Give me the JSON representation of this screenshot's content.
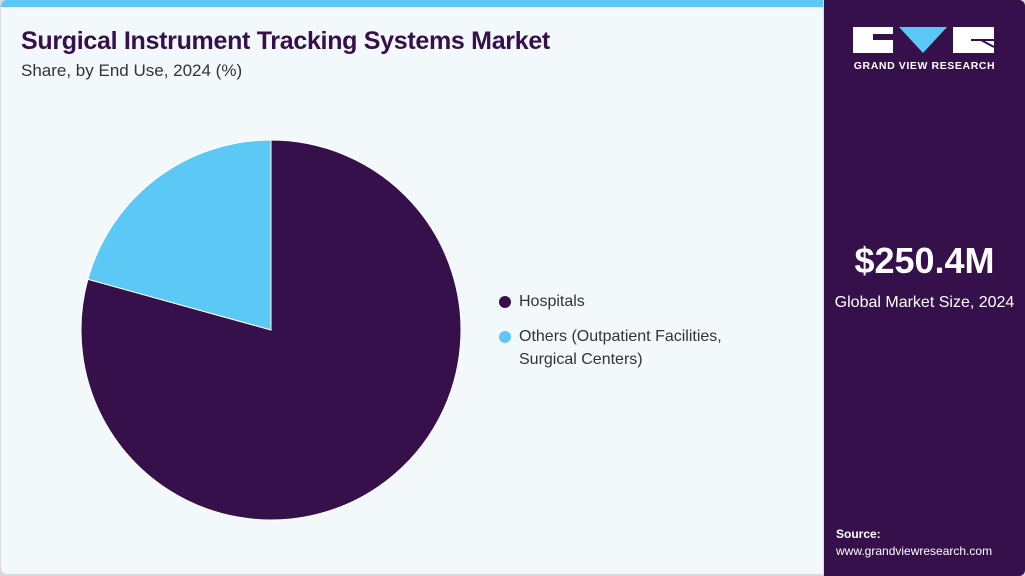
{
  "chart_data": {
    "type": "pie",
    "title": "Surgical Instrument Tracking Systems Market",
    "subtitle": "Share, by End Use, 2024 (%)",
    "slices": [
      {
        "label": "Hospitals",
        "value": 79.3,
        "color": "#35104a"
      },
      {
        "label": "Others (Outpatient Facilities, Surgical Centers)",
        "value": 20.7,
        "color": "#5bc8f5"
      }
    ],
    "legend_position": "right"
  },
  "sidebar": {
    "brand": "GRAND VIEW RESEARCH",
    "market_size": "$250.4M",
    "market_size_label": "Global Market Size, 2024",
    "source_label": "Source:",
    "source_url": "www.grandviewresearch.com"
  },
  "colors": {
    "accent": "#5bc8f5",
    "brand": "#35104a",
    "background": "#f3f8fb"
  }
}
